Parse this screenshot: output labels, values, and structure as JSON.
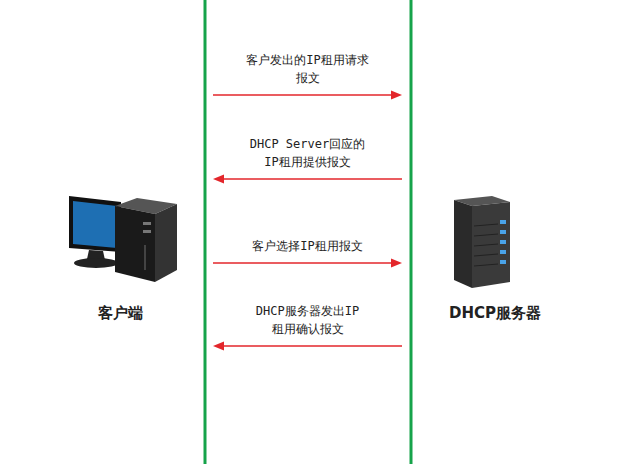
{
  "diagram": {
    "nodes": [
      {
        "text": [
          "客户端"
        ]
      },
      {
        "text": [
          "DHCP服务器"
        ]
      }
    ],
    "edges": [
      {
        "from": 0,
        "to": 1,
        "arrow": "to",
        "label": "客户发出的IP租用请求 报文"
      },
      {
        "from": 1,
        "to": 0,
        "arrow": "to",
        "label": "DHCP Server回应的 IP租用提供报文"
      },
      {
        "from": 0,
        "to": 1,
        "arrow": "to",
        "label": "客户选择IP租用报文"
      },
      {
        "from": 1,
        "to": 0,
        "arrow": "to",
        "label": "DHCP服务器发出IP 租用确认报文"
      }
    ]
  }
}
